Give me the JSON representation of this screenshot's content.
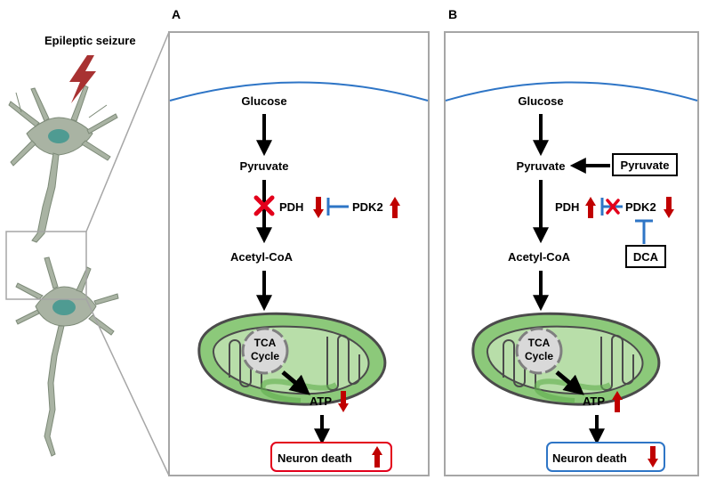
{
  "left": {
    "seizure_label": "Epileptic seizure"
  },
  "panel_a": {
    "letter": "A",
    "glucose": "Glucose",
    "pyruvate": "Pyruvate",
    "pdh": "PDH",
    "pdk2": "PDK2",
    "acetyl_coa": "Acetyl-CoA",
    "tca_line1": "TCA",
    "tca_line2": "Cycle",
    "atp": "ATP",
    "outcome": "Neuron death",
    "pdh_direction": "down",
    "pdk2_direction": "up",
    "atp_direction": "down",
    "outcome_direction": "up"
  },
  "panel_b": {
    "letter": "B",
    "glucose": "Glucose",
    "pyruvate": "Pyruvate",
    "pyruvate_box": "Pyruvate",
    "pdh": "PDH",
    "pdk2": "PDK2",
    "dca": "DCA",
    "acetyl_coa": "Acetyl-CoA",
    "tca_line1": "TCA",
    "tca_line2": "Cycle",
    "atp": "ATP",
    "outcome": "Neuron death",
    "pdh_direction": "up",
    "pdk2_direction": "down",
    "atp_direction": "up",
    "outcome_direction": "down"
  },
  "colors": {
    "panel_border": "#a6a6a6",
    "membrane": "#2e75c6",
    "inhibit_blue": "#2e75c6",
    "arrow_red": "#c00000",
    "cross_red": "#e3001b",
    "mito_fill": "#8cc97a",
    "mito_dark": "#4b4b4b",
    "neuron_body": "#a9b3a3",
    "neuron_nucleus": "#4f9b92",
    "lightning": "#a83232",
    "outcome_a_border": "#e3001b",
    "outcome_b_border": "#2e75c6"
  }
}
